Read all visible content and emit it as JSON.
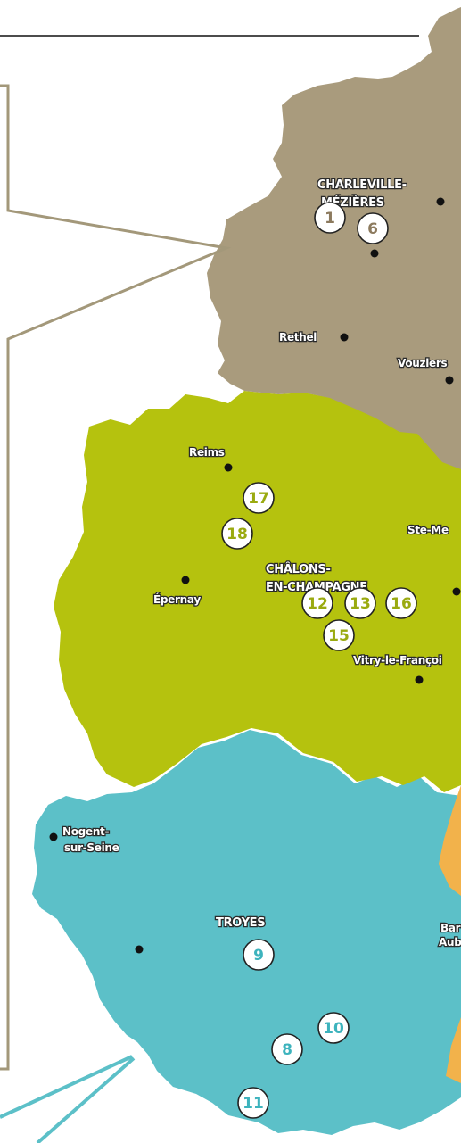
{
  "regions": {
    "ardennes": {
      "color": "#a99b7d"
    },
    "marne": {
      "color": "#b5c20e"
    },
    "aube": {
      "color": "#5cc0c8"
    },
    "haute_marne": {
      "color": "#f2b24b"
    }
  },
  "callout_colors": {
    "olive": "#a3987a",
    "teal": "#5cc0c8"
  },
  "cities": {
    "charleville": {
      "line1": "CHARLEVILLE-",
      "line2": "MÉZIÈRES"
    },
    "rethel": {
      "label": "Rethel"
    },
    "vouziers": {
      "label": "Vouziers"
    },
    "reims": {
      "label": "Reims"
    },
    "stemenehould": {
      "label": "Ste-Me"
    },
    "chalons": {
      "line1": "CHÂLONS-",
      "line2": "EN-CHAMPAGNE"
    },
    "epernay": {
      "label": "Épernay"
    },
    "vitry": {
      "label": "Vitry-le-Françoi"
    },
    "nogent": {
      "line1": "Nogent-",
      "line2": "sur-Seine"
    },
    "troyes": {
      "label": "TROYES"
    },
    "barsuraube": {
      "line1": "Bar",
      "line2": "Aub"
    }
  },
  "badges": {
    "b1": "1",
    "b6": "6",
    "b17": "17",
    "b18": "18",
    "b12": "12",
    "b13": "13",
    "b16": "16",
    "b15": "15",
    "b9": "9",
    "b10": "10",
    "b8": "8",
    "b11": "11"
  },
  "badge_colors": {
    "ardennes": "#8c7a5e",
    "marne": "#9aaa10",
    "aube": "#3db3bd"
  }
}
